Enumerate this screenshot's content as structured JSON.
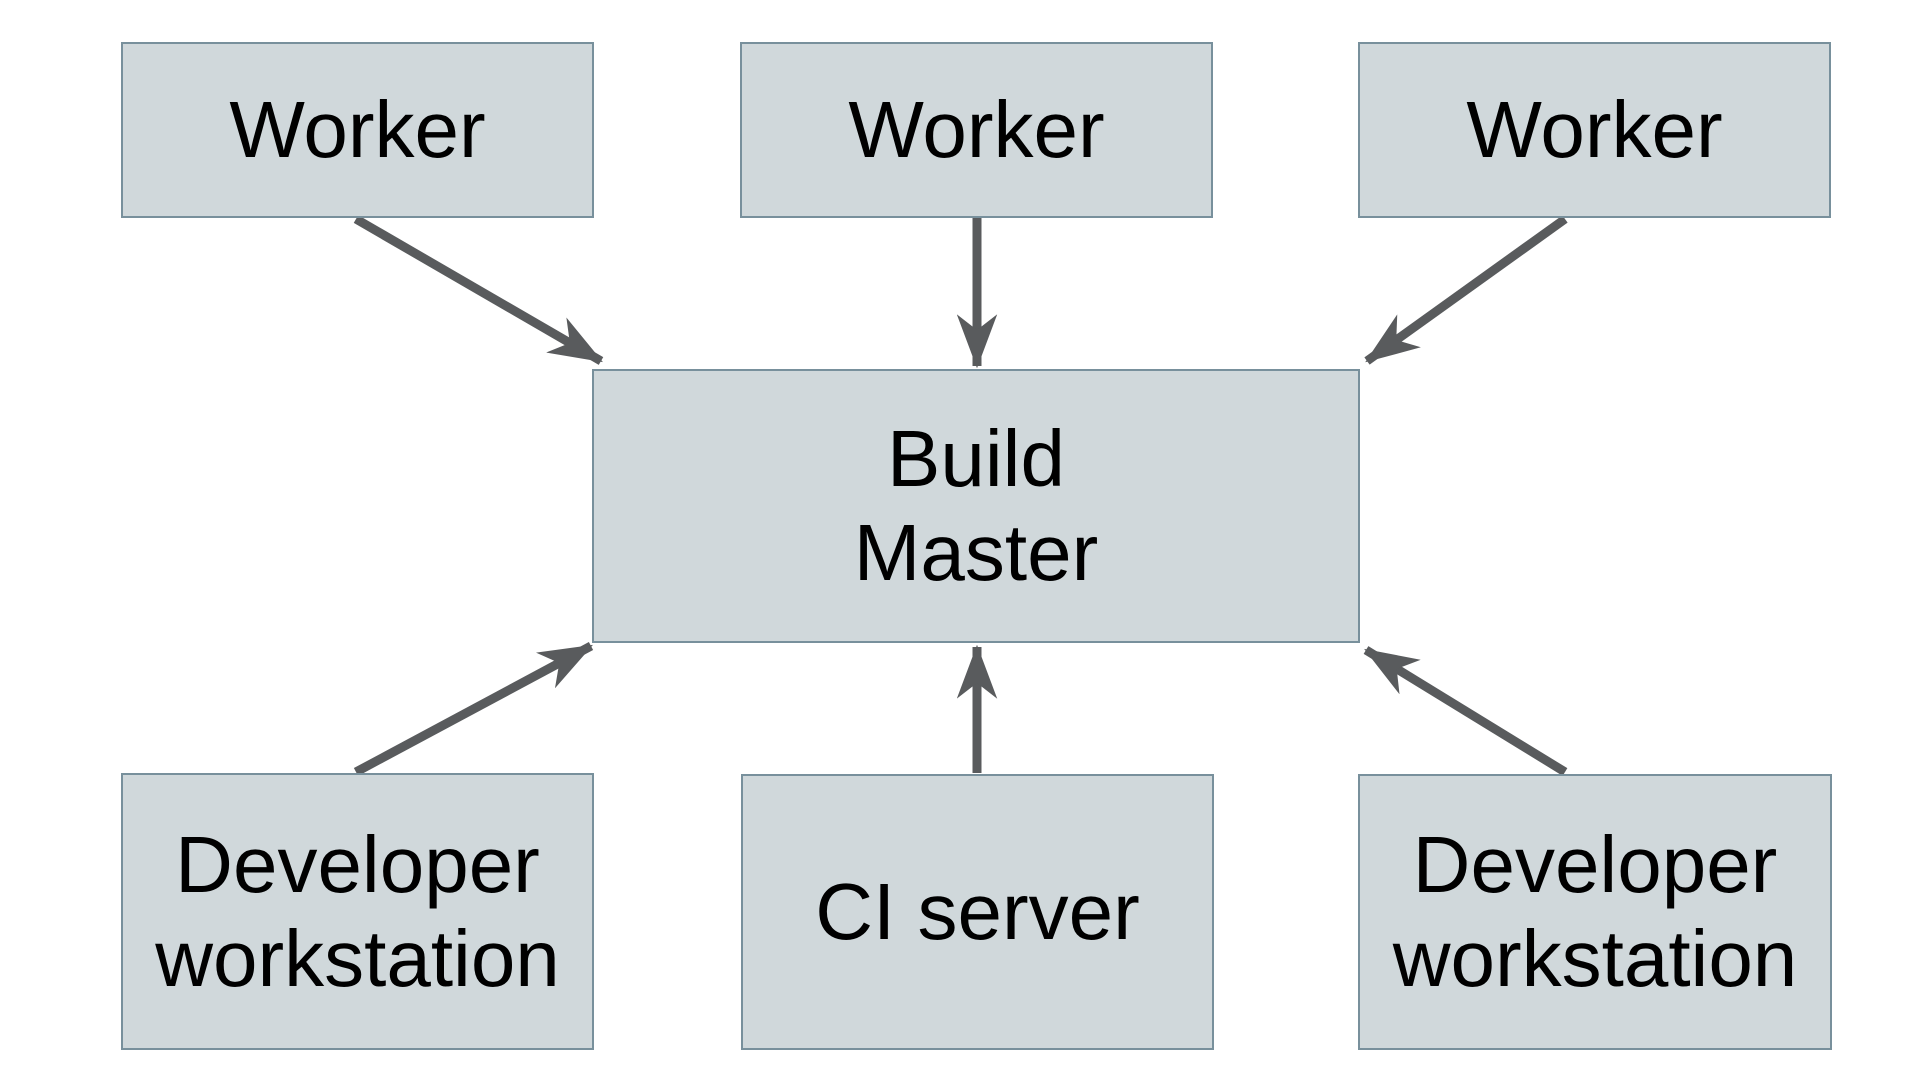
{
  "diagram": {
    "background_color": "#ffffff",
    "node_fill_color": "#d0d8db",
    "node_border_color": "#78909c",
    "arrow_color": "#595b5d",
    "text_color": "#000000",
    "nodes": {
      "worker_1": {
        "label": "Worker"
      },
      "worker_2": {
        "label": "Worker"
      },
      "worker_3": {
        "label": "Worker"
      },
      "build_master": {
        "label": "Build Master"
      },
      "dev_left": {
        "label": "Developer workstation"
      },
      "ci_server": {
        "label": "CI server"
      },
      "dev_right": {
        "label": "Developer workstation"
      }
    },
    "edges": [
      {
        "from": "worker_1",
        "to": "build_master",
        "direction": "down-right"
      },
      {
        "from": "worker_2",
        "to": "build_master",
        "direction": "down"
      },
      {
        "from": "worker_3",
        "to": "build_master",
        "direction": "down-left"
      },
      {
        "from": "dev_left",
        "to": "build_master",
        "direction": "up-right"
      },
      {
        "from": "ci_server",
        "to": "build_master",
        "direction": "up"
      },
      {
        "from": "dev_right",
        "to": "build_master",
        "direction": "up-left"
      }
    ]
  }
}
